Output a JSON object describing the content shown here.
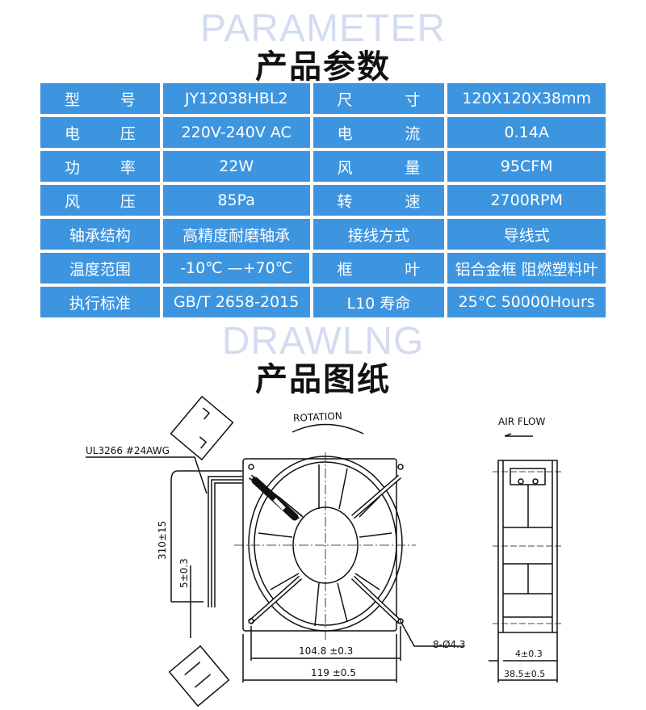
{
  "header": {
    "en_title": "PARAMETER",
    "cn_title": "产品参数"
  },
  "spec_table": [
    {
      "label1": [
        "型",
        "号"
      ],
      "value1": "JY12038HBL2",
      "label2": [
        "尺",
        "寸"
      ],
      "value2": "120X120X38mm"
    },
    {
      "label1": [
        "电",
        "压"
      ],
      "value1": "220V-240V  AC",
      "label2": [
        "电",
        "流"
      ],
      "value2": "0.14A"
    },
    {
      "label1": [
        "功",
        "率"
      ],
      "value1": "22W",
      "label2": [
        "风",
        "量"
      ],
      "value2": "95CFM"
    },
    {
      "label1": [
        "风",
        "压"
      ],
      "value1": "85Pa",
      "label2": [
        "转",
        "速"
      ],
      "value2": "2700RPM"
    },
    {
      "label1": [
        "轴承结构"
      ],
      "value1": "高精度耐磨轴承",
      "label2": [
        "接线方式"
      ],
      "value2": "导线式"
    },
    {
      "label1": [
        "温度范围"
      ],
      "value1": "-10℃ —+70℃",
      "label2": [
        "框",
        "叶"
      ],
      "value2": "铝合金框  阻燃塑料叶"
    },
    {
      "label1": [
        "执行标准"
      ],
      "value1": "GB/T 2658-2015",
      "label2": [
        "L10 寿命"
      ],
      "value2": "25°C  50000Hours"
    }
  ],
  "drawing_header": {
    "en_title": "DRAWLNG",
    "cn_title": "产品图纸"
  },
  "drawing": {
    "rotation": "ROTATION",
    "air_flow": "AIR FLOW",
    "wire": "UL3266  #24AWG",
    "lead_length": "310±15",
    "strip_length": "5±0.3",
    "hole_spacing": "104.8  ±0.3",
    "frame_width": "119 ±0.5",
    "holes": "8-Ø4.3",
    "flange": "4±0.3",
    "depth": "38.5±0.5"
  }
}
